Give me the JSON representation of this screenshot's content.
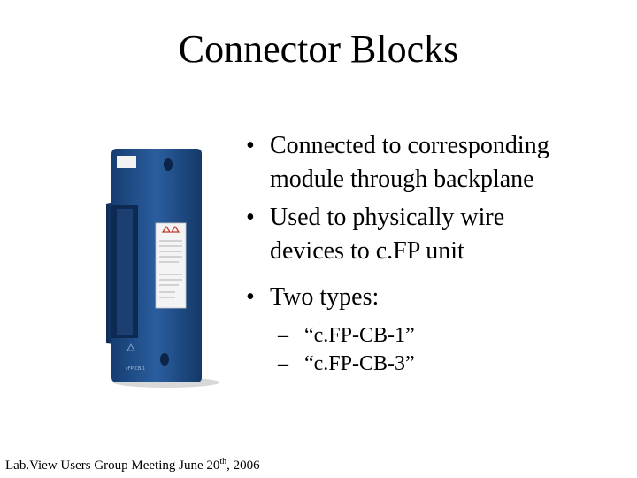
{
  "slide": {
    "title": "Connector Blocks",
    "bullets": [
      {
        "line1": "Connected to corresponding",
        "line2": "module through backplane"
      },
      {
        "line1": "Used to physically wire",
        "line2": "devices to c.FP unit"
      },
      {
        "line1": "Two types:"
      }
    ],
    "bullet_marker": "•",
    "sub_marker": "–",
    "sub_items": [
      "“c.FP-CB-1”",
      "“c.FP-CB-3”"
    ],
    "image": {
      "name": "connector-block-photo",
      "body_color": "#1f4e8c",
      "label": "cFP-CB-1"
    },
    "footer": {
      "text": "Lab.View Users Group Meeting   June 20",
      "superscript": "th",
      "suffix": ", 2006"
    }
  }
}
